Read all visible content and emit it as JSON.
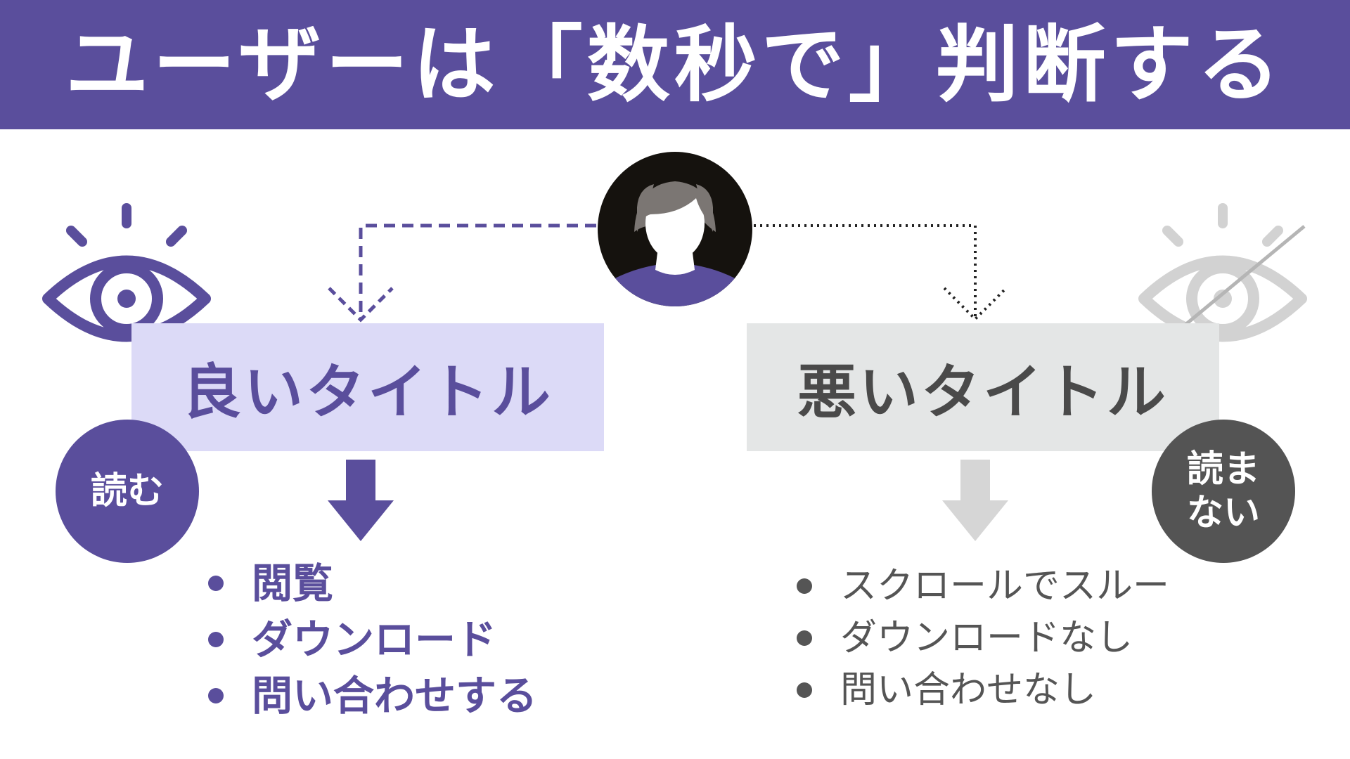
{
  "header": {
    "title": "ユーザーは「数秒で」判断する"
  },
  "good": {
    "title": "良いタイトル",
    "badge": "読む",
    "results": [
      "閲覧",
      "ダウンロード",
      "問い合わせする"
    ]
  },
  "bad": {
    "title": "悪いタイトル",
    "badge": "読まない",
    "results": [
      "スクロールでスルー",
      "ダウンロードなし",
      "問い合わせなし"
    ]
  },
  "icons": {
    "user": "user-avatar-icon",
    "eye_open": "eye-icon",
    "eye_crossed": "eye-crossed-icon",
    "arrow_down": "arrow-down-icon"
  },
  "colors": {
    "accent": "#5a4e9c",
    "good_box": "#dcdaf7",
    "bad_box": "#e4e6e6",
    "bad_text": "#4a4a4a",
    "muted_icon": "#d2d2d2",
    "avatar_bg": "#15120e"
  }
}
